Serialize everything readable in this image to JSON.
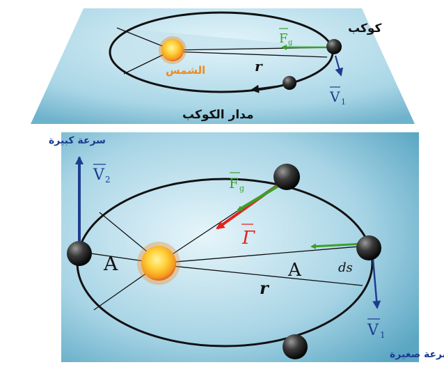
{
  "top_panel": {
    "planet_label": "كوكب",
    "sun_label": "الشمس",
    "force_label": "F",
    "force_subscript": "g",
    "radius_label": "r",
    "velocity_label": "V",
    "velocity_subscript": "1",
    "orbit_label": "مدار الكوكب"
  },
  "bottom_panel": {
    "high_speed_label": "سرعة كبيرة",
    "low_speed_label": "سرعة صغيرة",
    "v2_label": "V",
    "v2_subscript": "2",
    "v1_label": "V",
    "v1_subscript": "1",
    "force_label": "F",
    "force_subscript": "g",
    "gamma_label": "Γ",
    "area_left_label": "A",
    "area_right_label": "A",
    "ds_label": "ds",
    "radius_label": "r"
  },
  "colors": {
    "panel_light": "#d6eef6",
    "panel_dark": "#6fb2cc",
    "orbit": "#111111",
    "sun_core": "#ffd23a",
    "sun_glow": "#f07a1e",
    "force_green": "#3aa02b",
    "gamma_red": "#e2231a",
    "velocity_blue": "#1d3c8f",
    "sun_text": "#f08a1c"
  }
}
